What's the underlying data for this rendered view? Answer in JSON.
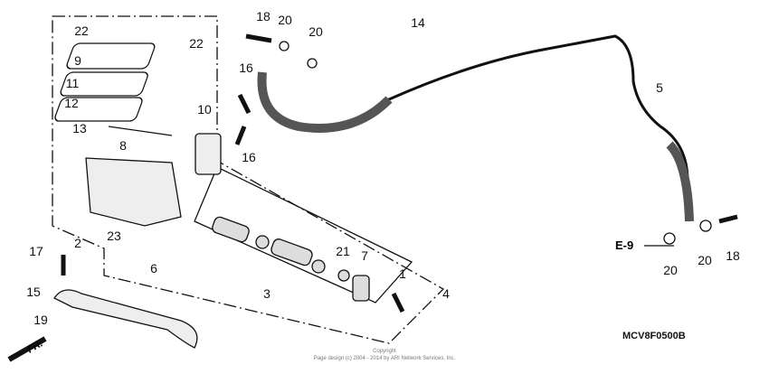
{
  "labels": {
    "l1": "1",
    "l2": "2",
    "l3": "3",
    "l4": "4",
    "l5": "5",
    "l6": "6",
    "l7": "7",
    "l8": "8",
    "l9": "9",
    "l10": "10",
    "l11": "11",
    "l12": "12",
    "l13": "13",
    "l14": "14",
    "l15": "15",
    "l16a": "16",
    "l16b": "16",
    "l17": "17",
    "l18a": "18",
    "l18b": "18",
    "l19": "19",
    "l20a": "20",
    "l20b": "20",
    "l20c": "20",
    "l20d": "20",
    "l21": "21",
    "l22a": "22",
    "l22b": "22",
    "l23": "23"
  },
  "ref": "E-9",
  "front": "FR.",
  "diagram_code": "MCV8F0500B",
  "copyright": {
    "line1": "Copyright",
    "line2": "Page design (c) 2004 - 2014 by ARI Network Services, Inc."
  }
}
